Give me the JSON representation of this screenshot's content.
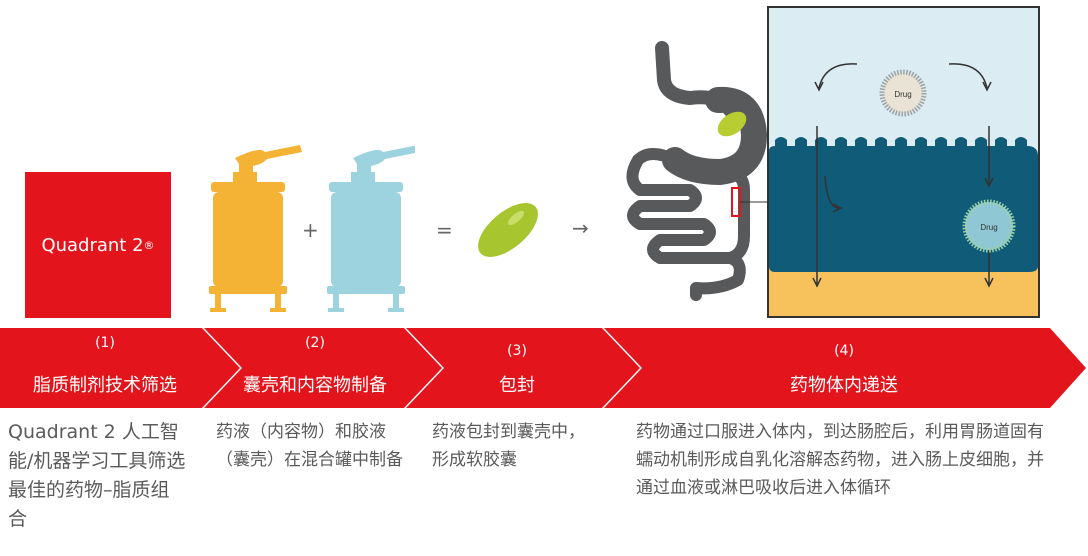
{
  "logo": {
    "text": "Quadrant 2",
    "mark": "®"
  },
  "operators": {
    "plus": "+",
    "equals": "=",
    "arrow": "→"
  },
  "drug_labels": {
    "outer": "Drug",
    "inner": "Drug"
  },
  "stages": [
    {
      "num": "(1)",
      "label": "脂质制剂技术筛选",
      "desc": "Quadrant 2 人工智能/机器学习工具筛选最佳的药物–脂质组合"
    },
    {
      "num": "(2)",
      "label": "囊壳和内容物制备",
      "desc": "药液（内容物）和胶液（囊壳）在混合罐中制备"
    },
    {
      "num": "(3)",
      "label": "包封",
      "desc": "药液包封到囊壳中，形成软胶囊"
    },
    {
      "num": "(4)",
      "label": "药物体内递送",
      "desc": "药物通过口服进入体内，到达肠腔后，利用胃肠道固有蠕动机制形成自乳化溶解态药物，进入肠上皮细胞，并通过血液或淋巴吸收后进入体循环"
    }
  ],
  "colors": {
    "red": "#e3141b",
    "orange_tank": "#f5b335",
    "blue_tank": "#9dd3df",
    "capsule": "#a7c52e",
    "gut": "#58595b",
    "cell": "#0f5b78",
    "blood": "#f7c25b"
  }
}
